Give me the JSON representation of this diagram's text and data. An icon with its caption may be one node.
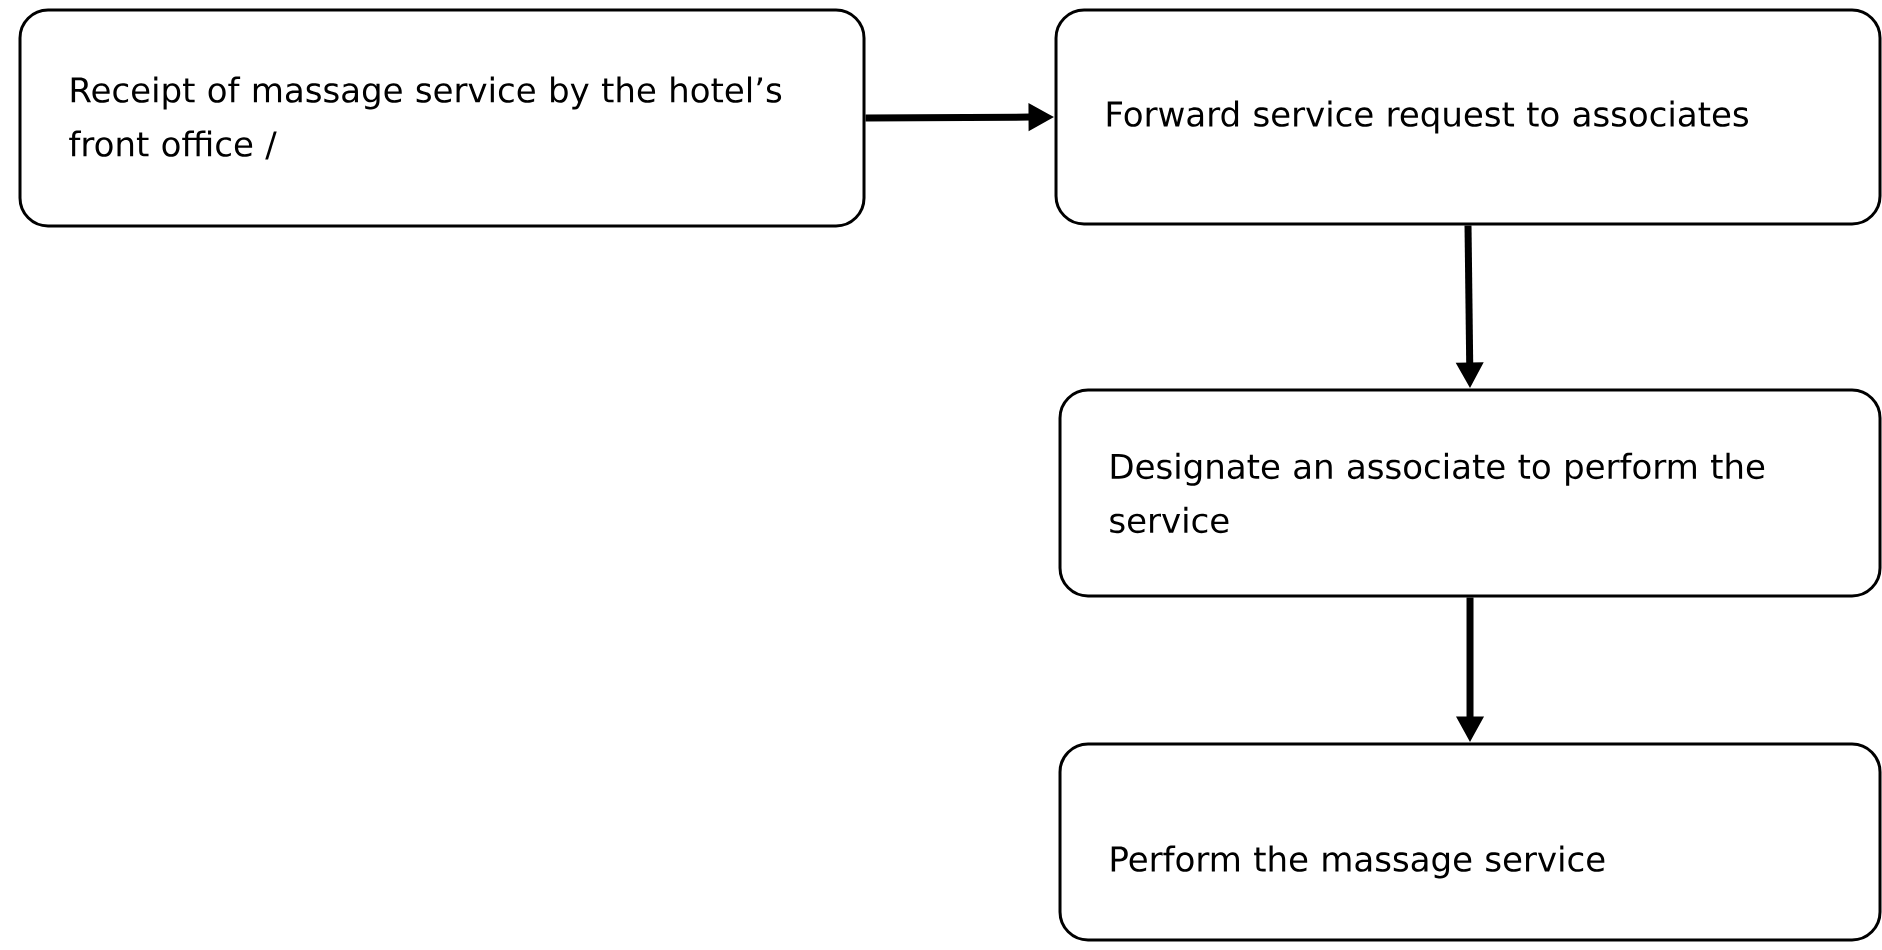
{
  "diagram": {
    "nodes": [
      {
        "text": [
          "Receipt of massage service by the hotel’s front office /"
        ]
      },
      {
        "text": [
          "Forward service request to associates"
        ]
      },
      {
        "text": [
          "Designate an associate to perform the service"
        ]
      },
      {
        "text": [
          "Perform the massage service"
        ]
      }
    ],
    "edges": [
      {
        "from": 0,
        "to": 1,
        "arrow": "to"
      },
      {
        "from": 1,
        "to": 2,
        "arrow": "to"
      },
      {
        "from": 2,
        "to": 3,
        "arrow": "to"
      }
    ]
  }
}
